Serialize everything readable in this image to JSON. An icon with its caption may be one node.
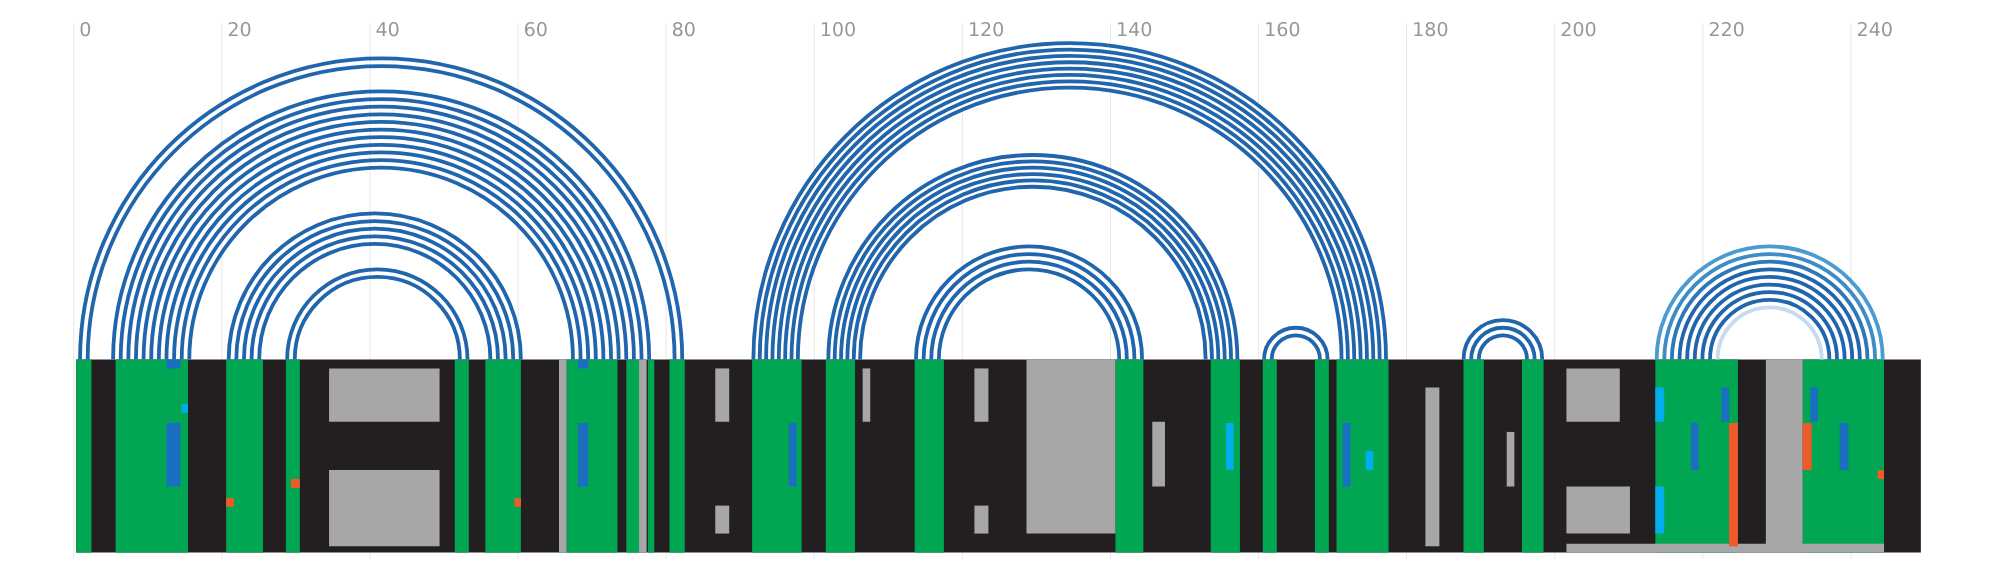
{
  "diagram": {
    "labels": [
      "0",
      "20",
      "40",
      "60",
      "80",
      "100",
      "120",
      "140",
      "160",
      "180",
      "200",
      "220",
      "240"
    ]
  }
}
